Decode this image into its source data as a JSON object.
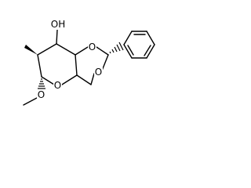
{
  "structure": {
    "atoms": {
      "hydroxyl": "OH",
      "ring_oxygen_dioxane_top": "O",
      "ring_oxygen_dioxane_bottom": "O",
      "ring_oxygen_pyranose": "O",
      "methoxy_oxygen": "O"
    },
    "colors": {
      "bond": "#000000",
      "background": "#ffffff"
    }
  }
}
